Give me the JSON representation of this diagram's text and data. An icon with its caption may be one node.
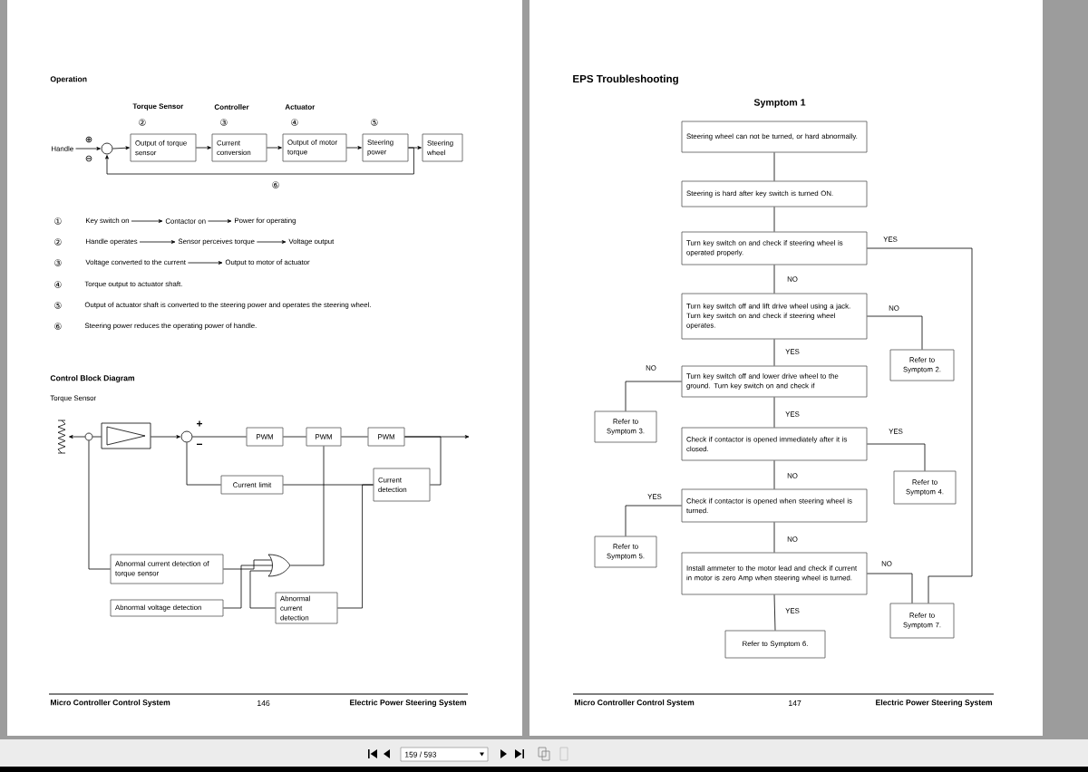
{
  "diagram": {
    "nodes": [
      {
        "text": [
          "Handle"
        ]
      },
      {
        "text": [],
        "shape": "circle"
      },
      {
        "text": [
          "Torque Sensor",
          "Output of torque sensor"
        ],
        "beside": [
          "②"
        ]
      },
      {
        "text": [
          "Controller",
          "Current conversion"
        ],
        "beside": [
          "③"
        ]
      },
      {
        "text": [
          "Actuator",
          "Output of motor torque"
        ],
        "beside": [
          "④"
        ]
      },
      {
        "text": [
          "Steering power"
        ],
        "beside": [
          "⑤"
        ]
      },
      {
        "text": [
          "Steering wheel"
        ]
      },
      {
        "text": [
          "Key switch on"
        ]
      },
      {
        "text": [
          "Contactor on"
        ]
      },
      {
        "text": [
          "Power for operating"
        ]
      },
      {
        "text": [
          "Handle operates"
        ]
      },
      {
        "text": [
          "Sensor perceives torque"
        ]
      },
      {
        "text": [
          "Voltage output"
        ]
      },
      {
        "text": [
          "Voltage converted to the current"
        ]
      },
      {
        "text": [
          "Output to motor of actuator"
        ]
      },
      {
        "text": [],
        "shape": "coil"
      },
      {
        "text": [],
        "shape": "circle"
      },
      {
        "text": [],
        "shape": "box"
      },
      {
        "text": [],
        "shape": "circle"
      },
      {
        "text": [
          "PWM"
        ]
      },
      {
        "text": [
          "PWM"
        ]
      },
      {
        "text": [
          "PWM"
        ]
      },
      {
        "text": [
          "Current limit"
        ]
      },
      {
        "text": [
          "Current detection"
        ]
      },
      {
        "text": [
          "Abnormal current detection of torque sensor"
        ]
      },
      {
        "text": [],
        "shape": "gate"
      },
      {
        "text": [
          "Abnormal voltage detection"
        ]
      },
      {
        "text": [
          "Abnormal current detection"
        ]
      },
      {
        "text": [
          "Steering wheel can not be turned, or hard abnormally."
        ]
      },
      {
        "text": [
          "Steering is hard after key switch is turned ON."
        ]
      },
      {
        "text": [
          "Turn key switch on and check if steering wheel is operated properly."
        ]
      },
      {
        "text": [
          "Turn key switch off and lift drive wheel using a jack. Turn key switch on and check if steering wheel operates."
        ]
      },
      {
        "text": [
          "Refer to Symptom 2."
        ]
      },
      {
        "text": [
          "Turn key switch off and lower drive wheel to the ground. Turn key switch on and check if"
        ]
      },
      {
        "text": [
          "Refer to Symptom 3."
        ]
      },
      {
        "text": [
          "Check if contactor is opened immediately after it is closed."
        ]
      },
      {
        "text": [
          "Refer to Symptom 4."
        ]
      },
      {
        "text": [
          "Check if contactor is opened when steering wheel is turned."
        ]
      },
      {
        "text": [
          "Refer to Symptom 5."
        ]
      },
      {
        "text": [
          "Install ammeter to the motor lead and check if current in motor is zero Amp when steering wheel is turned."
        ]
      },
      {
        "text": [
          "Refer to Symptom 7."
        ]
      },
      {
        "text": [
          "Refer to Symptom 6."
        ]
      }
    ],
    "edges": [
      {
        "from": 0,
        "to": 1,
        "arrow": "to"
      },
      {
        "from": 1,
        "to": 2,
        "arrow": "to"
      },
      {
        "from": 2,
        "to": 3,
        "arrow": "to"
      },
      {
        "from": 3,
        "to": 4,
        "arrow": "to"
      },
      {
        "from": 4,
        "to": 5,
        "arrow": "to"
      },
      {
        "from": 5,
        "to": 6,
        "arrow": "to"
      },
      {
        "from": 5,
        "to": 1,
        "arrow": "to",
        "label": "⑥"
      },
      {
        "from": 7,
        "to": 8,
        "arrow": "to"
      },
      {
        "from": 8,
        "to": 9,
        "arrow": "to"
      },
      {
        "from": 10,
        "to": 11,
        "arrow": "to"
      },
      {
        "from": 11,
        "to": 12,
        "arrow": "to"
      },
      {
        "from": 13,
        "to": 14,
        "arrow": "to"
      },
      {
        "from": 16,
        "to": 15,
        "arrow": "to"
      },
      {
        "from": 16,
        "to": 17,
        "arrow": "none"
      },
      {
        "from": 17,
        "to": 18,
        "arrow": "to"
      },
      {
        "from": 18,
        "to": 19,
        "arrow": "none"
      },
      {
        "from": 19,
        "to": 20,
        "arrow": "none"
      },
      {
        "from": 20,
        "to": 21,
        "arrow": "none"
      },
      {
        "from": 21,
        "to": null,
        "arrow": "to"
      },
      {
        "from": 21,
        "to": 23,
        "arrow": "none"
      },
      {
        "from": 23,
        "to": 22,
        "arrow": "none"
      },
      {
        "from": 22,
        "to": 18,
        "arrow": "none"
      },
      {
        "from": 23,
        "to": 27,
        "arrow": "none"
      },
      {
        "from": 20,
        "to": 25,
        "arrow": "none"
      },
      {
        "from": 16,
        "to": 24,
        "arrow": "none"
      },
      {
        "from": 24,
        "to": 25,
        "arrow": "none"
      },
      {
        "from": 26,
        "to": 25,
        "arrow": "none"
      },
      {
        "from": 27,
        "to": 25,
        "arrow": "none"
      },
      {
        "from": 28,
        "to": 29,
        "arrow": "none"
      },
      {
        "from": 29,
        "to": 30,
        "arrow": "none"
      },
      {
        "from": 30,
        "to": 31,
        "arrow": "none",
        "label": "NO"
      },
      {
        "from": 30,
        "to": 40,
        "arrow": "none",
        "label": "YES"
      },
      {
        "from": 31,
        "to": 32,
        "arrow": "none",
        "label": "NO"
      },
      {
        "from": 31,
        "to": 33,
        "arrow": "none",
        "label": "YES"
      },
      {
        "from": 33,
        "to": 34,
        "arrow": "none",
        "label": "NO"
      },
      {
        "from": 33,
        "to": 35,
        "arrow": "none",
        "label": "YES"
      },
      {
        "from": 35,
        "to": 36,
        "arrow": "none",
        "label": "YES"
      },
      {
        "from": 35,
        "to": 37,
        "arrow": "none",
        "label": "NO"
      },
      {
        "from": 37,
        "to": 38,
        "arrow": "none",
        "label": "YES"
      },
      {
        "from": 37,
        "to": 39,
        "arrow": "none",
        "label": "NO"
      },
      {
        "from": 39,
        "to": 40,
        "arrow": "none",
        "label": "NO"
      },
      {
        "from": 39,
        "to": 41,
        "arrow": "none",
        "label": "YES"
      }
    ],
    "labels": [
      "Operation",
      "⊕",
      "⊖",
      "①",
      "②",
      "③",
      "④",
      "Torque output to actuator shaft.",
      "⑤",
      "Output of actuator shaft is converted to the steering power and operates the steering wheel.",
      "⑥",
      "Steering power reduces the operating power of handle.",
      "Control Block Diagram",
      "Torque Sensor",
      "+",
      "−",
      "Micro Controller Control System",
      "146",
      "Electric Power Steering System",
      "EPS Troubleshooting",
      "Symptom 1",
      "Micro Controller Control System",
      "147",
      "Electric Power Steering System",
      "159 / 593"
    ]
  }
}
